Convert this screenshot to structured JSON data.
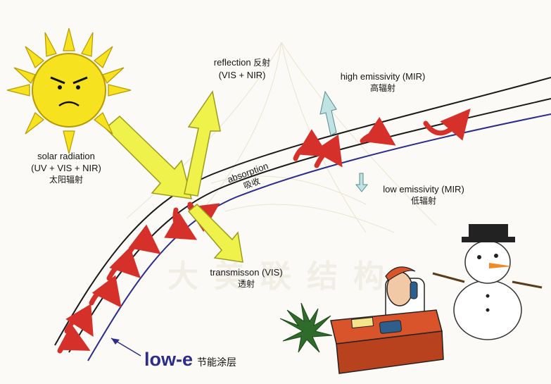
{
  "labels": {
    "solar_radiation": "solar radiation",
    "solar_bands": "(UV + VIS + NIR)",
    "solar_cn": "太阳辐射",
    "reflection": "reflection",
    "reflection_cn": "反射",
    "reflection_bands": "(VIS + NIR)",
    "high_emissivity": "high emissivity (MIR)",
    "high_emissivity_cn": "高辐射",
    "absorption": "absorption",
    "absorption_cn": "吸收",
    "low_emissivity": "low emissivity (MIR)",
    "low_emissivity_cn": "低辐射",
    "transmission": "transmisson (VIS)",
    "transmission_cn": "透射",
    "lowe": "low-e",
    "lowe_cn": "节能涂层"
  },
  "watermark": "大美联结构",
  "colors": {
    "sun": "#f6e21e",
    "sun_outline": "#b89a00",
    "arrow_yellow": "#eef24a",
    "arrow_yellow_outline": "#9b9b1c",
    "arrow_red": "#d6302a",
    "arrow_light_blue": "#bfe3e3",
    "glass_outer": "#1a1a1a",
    "lowe_coating": "#2b2c8c"
  }
}
